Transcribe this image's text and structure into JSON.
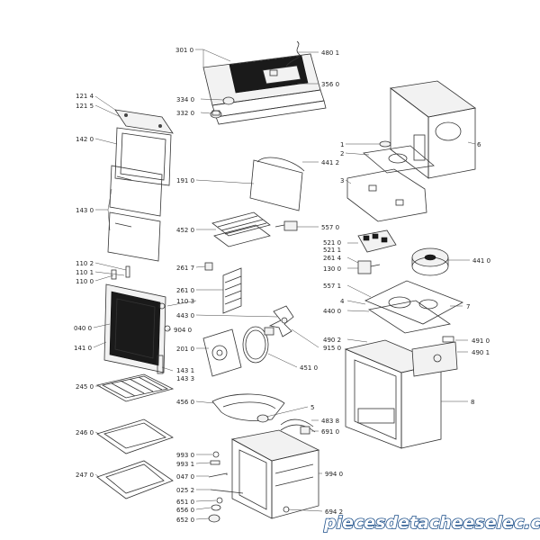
{
  "watermark": "piecesdetacheeselec.com",
  "labels": {
    "l3010": "301 0",
    "l4801": "480 1",
    "l3560": "356 0",
    "l1214": "121 4",
    "l1215": "121 5",
    "l3340": "334 0",
    "l3320": "332 0",
    "l1420": "142 0",
    "l1910": "191 0",
    "l4412": "441 2",
    "l1": "1",
    "l2": "2",
    "l3": "3",
    "l6": "6",
    "l1430": "143 0",
    "l4520": "452 0",
    "l5570": "557 0",
    "l5210": "521 0",
    "l5211": "521 1",
    "l2614": "261 4",
    "l1300": "130 0",
    "l4410": "441 0",
    "l2617": "261 7",
    "l1102": "110 2",
    "l1101": "110 1",
    "l1100": "110 0",
    "l2610": "261 0",
    "l1103": "110 3",
    "l5571": "557 1",
    "l4": "4",
    "l7": "7",
    "l4430": "443 0",
    "l4400": "440 0",
    "l0400": "040 0",
    "l9040": "904 0",
    "l4902": "490 2",
    "l9150": "915 0",
    "l4910": "491 0",
    "l4901": "490 1",
    "l1410": "141 0",
    "l2010": "201 0",
    "l4510": "451 0",
    "l1431": "143 1",
    "l1433": "143 3",
    "l2450": "245 0",
    "l4560": "456 0",
    "l8": "8",
    "l5": "5",
    "l4838": "483 8",
    "l6910": "691 0",
    "l2460": "246 0",
    "l9930": "993 0",
    "l9931": "993 1",
    "l0470": "047 0",
    "l9940": "994 0",
    "l2470": "247 0",
    "l0252": "025 2",
    "l6510": "651 0",
    "l6560": "656 0",
    "l6520": "652 0",
    "l6942": "694 2"
  }
}
